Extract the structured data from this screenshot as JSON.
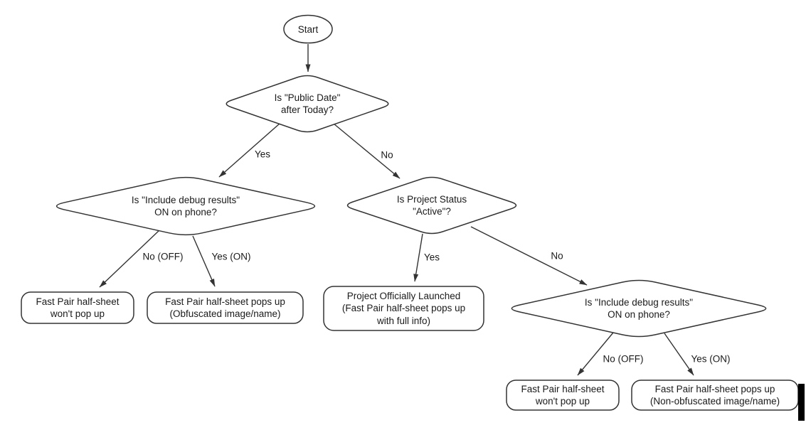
{
  "nodes": {
    "start": "Start",
    "public_date": "Is \"Public Date\"\nafter Today?",
    "debug_left": "Is \"Include debug results\"\nON on phone?",
    "project_status": "Is Project Status\n\"Active\"?",
    "debug_right": "Is \"Include debug results\"\nON on phone?",
    "no_popup_left": "Fast Pair half-sheet\nwon't pop up",
    "obfuscated": "Fast Pair half-sheet pops up\n(Obfuscated image/name)",
    "launched": "Project Officially Launched\n(Fast Pair half-sheet pops up\nwith full info)",
    "no_popup_right": "Fast Pair half-sheet\nwon't pop up",
    "non_obfuscated": "Fast Pair half-sheet pops up\n(Non-obfuscated image/name)"
  },
  "edges": {
    "yes_top": "Yes",
    "no_top": "No",
    "no_off_left": "No (OFF)",
    "yes_on_left": "Yes (ON)",
    "yes_mid": "Yes",
    "no_mid": "No",
    "no_off_right": "No (OFF)",
    "yes_on_right": "Yes (ON)"
  },
  "colors": {
    "line": "#333333",
    "text": "#1a1a1a",
    "node_fill": "#ffffff",
    "background": "#ffffff",
    "cursor_bar": "#000000"
  }
}
